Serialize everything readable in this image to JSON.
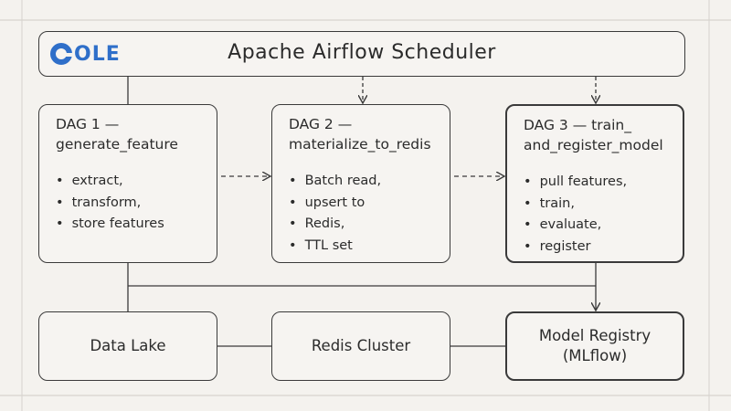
{
  "logo": {
    "letter_ring": "C",
    "text": "OLE",
    "color": "#2f6fc9"
  },
  "scheduler": {
    "title": "Apache Airflow Scheduler"
  },
  "dags": [
    {
      "title_line1": "DAG 1 —",
      "title_line2": "generate_feature",
      "items": [
        "extract,",
        "transform,",
        "store features"
      ]
    },
    {
      "title_line1": "DAG 2 —",
      "title_line2": "materialize_to_redis",
      "items": [
        "Batch read,",
        "upsert to",
        "Redis,",
        "TTL set"
      ]
    },
    {
      "title_line1": "DAG 3 — train_",
      "title_line2": "and_register_model",
      "items": [
        "pull features,",
        "train,",
        "evaluate,",
        "register"
      ]
    }
  ],
  "stores": [
    {
      "line1": "Data Lake",
      "line2": ""
    },
    {
      "line1": "Redis Cluster",
      "line2": ""
    },
    {
      "line1": "Model Registry",
      "line2": "(MLflow)"
    }
  ]
}
